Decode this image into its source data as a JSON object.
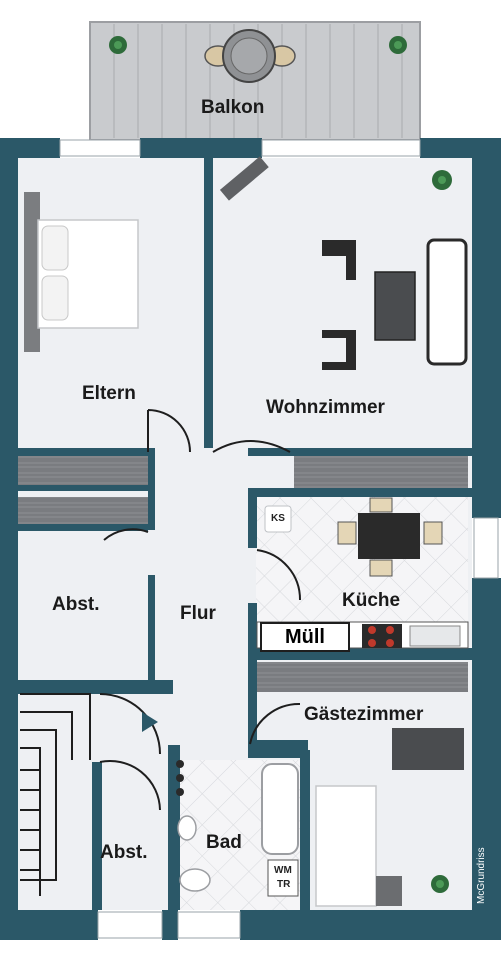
{
  "plan": {
    "rooms": {
      "balkon": "Balkon",
      "eltern": "Eltern",
      "wohnzimmer": "Wohnzimmer",
      "abst_left": "Abst.",
      "flur": "Flur",
      "kueche": "Küche",
      "gaestezimmer": "Gästezimmer",
      "bad": "Bad",
      "abst_bottom": "Abst."
    },
    "fixtures": {
      "ks": "KS",
      "muell": "Müll",
      "wm": "WM",
      "tr": "TR"
    },
    "brand": "McGrundriss"
  },
  "colors": {
    "wall": "#2b5868",
    "floor": "#eef0f3",
    "balcony_deck": "#c7c9cc",
    "tile": "#f4f4f6",
    "wardrobe": "#6b6d70"
  }
}
